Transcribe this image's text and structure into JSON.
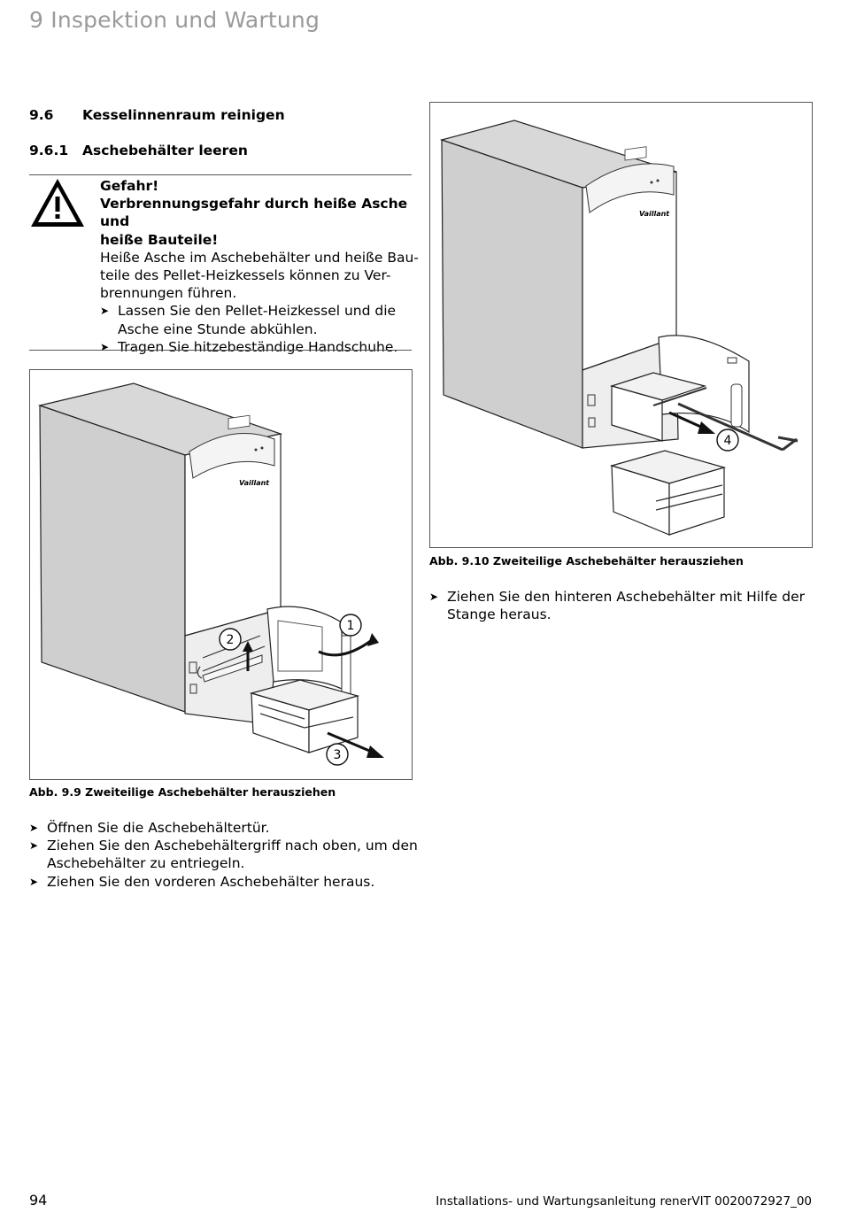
{
  "header": {
    "chapter": "9 Inspektion und Wartung"
  },
  "section": {
    "num": "9.6",
    "title": "Kesselinnenraum reinigen"
  },
  "subsection": {
    "num": "9.6.1",
    "title": "Aschebehälter leeren"
  },
  "warning": {
    "icon": "warning-triangle-icon",
    "signal": "Gefahr!",
    "heading_line1": "Verbrennungsgefahr durch heiße Asche und",
    "heading_line2": "heiße Bauteile!",
    "body_line1": "Heiße Asche im Aschebehälter und heiße Bau-",
    "body_line2": "teile des Pellet-Heizkessels können zu Ver-",
    "body_line3": "brennungen führen.",
    "steps": [
      {
        "line1": "Lassen Sie den Pellet-Heizkessel und die",
        "line2": "Asche eine Stunde abkühlen."
      },
      {
        "line1": "Tragen Sie hitzebeständige Handschuhe.",
        "line2": ""
      }
    ]
  },
  "figures": {
    "fig9": {
      "caption": "Abb. 9.9 Zweiteilige Aschebehälter herausziehen",
      "callouts": [
        "1",
        "2",
        "3"
      ],
      "brand": "Vaillant"
    },
    "fig10": {
      "caption": "Abb. 9.10 Zweiteilige Aschebehälter herausziehen",
      "callouts": [
        "4"
      ],
      "brand": "Vaillant"
    }
  },
  "instructions_left": [
    {
      "line1": "Öffnen Sie die Aschebehältertür.",
      "line2": ""
    },
    {
      "line1": "Ziehen Sie den Aschebehältergriff nach oben, um den",
      "line2": "Aschebehälter zu entriegeln."
    },
    {
      "line1": "Ziehen Sie den vorderen Aschebehälter heraus.",
      "line2": ""
    }
  ],
  "instructions_right": [
    {
      "line1": "Ziehen Sie den hinteren Aschebehälter mit Hilfe der",
      "line2": "Stange heraus."
    }
  ],
  "bullet_marker": "➤",
  "footer": {
    "page_number": "94",
    "doc_title": "Installations- und Wartungsanleitung renerVIT 0020072927_00"
  }
}
